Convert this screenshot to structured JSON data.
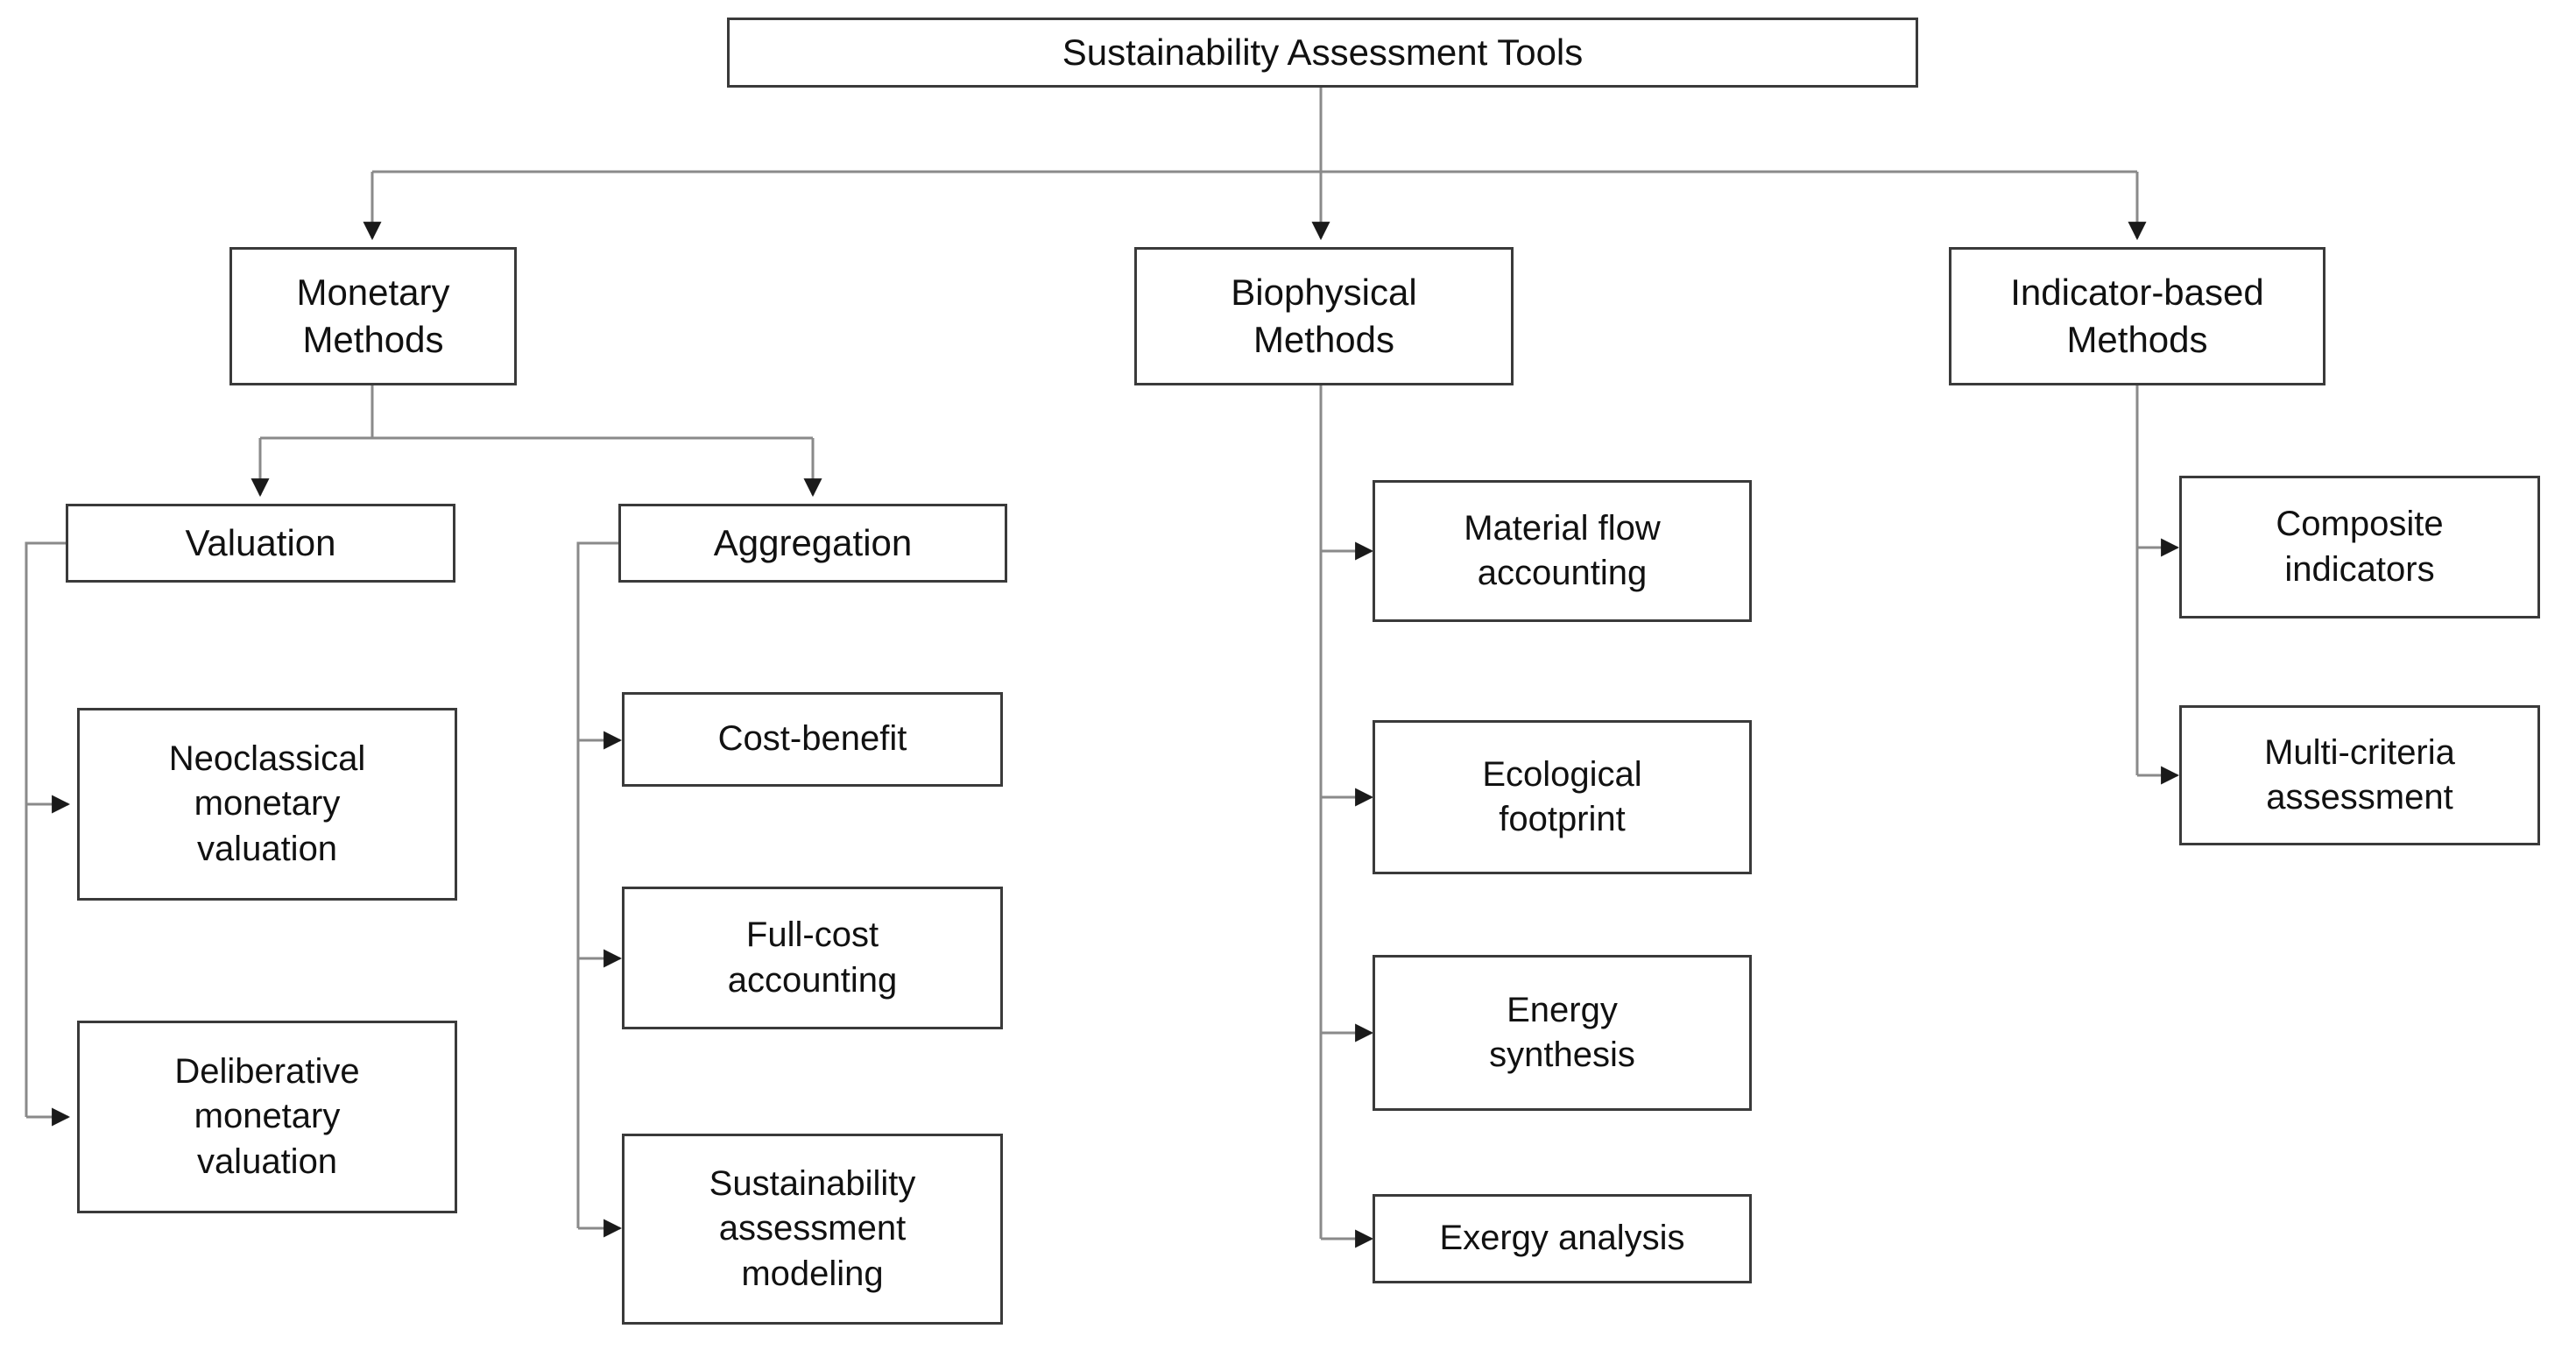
{
  "diagram": {
    "title": "Sustainability Assessment Tools",
    "type": "hierarchy-tree",
    "orientation": "top-down",
    "colors": {
      "box_border": "#3a3a3a",
      "box_fill": "#ffffff",
      "connector": "#7a7a7a",
      "arrowhead": "#1a1a1a",
      "text": "#111111",
      "background": "#ffffff"
    },
    "root": {
      "label": "Sustainability Assessment Tools"
    },
    "branches": [
      {
        "id": "monetary",
        "label": "Monetary\nMethods",
        "children": [
          {
            "id": "valuation",
            "label": "Valuation",
            "children": [
              {
                "id": "neoclassical-monetary-valuation",
                "label": "Neoclassical\nmonetary\nvaluation"
              },
              {
                "id": "deliberative-monetary-valuation",
                "label": "Deliberative\nmonetary\nvaluation"
              }
            ]
          },
          {
            "id": "aggregation",
            "label": "Aggregation",
            "children": [
              {
                "id": "cost-benefit",
                "label": "Cost-benefit"
              },
              {
                "id": "full-cost-accounting",
                "label": "Full-cost\naccounting"
              },
              {
                "id": "sustainability-assessment-modeling",
                "label": "Sustainability\nassessment\nmodeling"
              }
            ]
          }
        ]
      },
      {
        "id": "biophysical",
        "label": "Biophysical\nMethods",
        "children": [
          {
            "id": "material-flow-accounting",
            "label": "Material flow\naccounting"
          },
          {
            "id": "ecological-footprint",
            "label": "Ecological\nfootprint"
          },
          {
            "id": "energy-synthesis",
            "label": "Energy\nsynthesis"
          },
          {
            "id": "exergy-analysis",
            "label": "Exergy analysis"
          }
        ]
      },
      {
        "id": "indicator-based",
        "label": "Indicator-based\nMethods",
        "children": [
          {
            "id": "composite-indicators",
            "label": "Composite\nindicators"
          },
          {
            "id": "multi-criteria-assessment",
            "label": "Multi-criteria\nassessment"
          }
        ]
      }
    ]
  }
}
